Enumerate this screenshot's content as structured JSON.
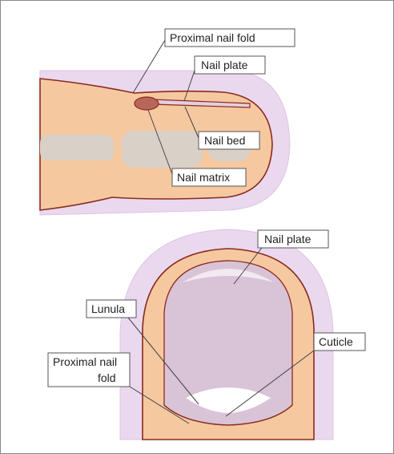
{
  "labels": {
    "side_proximal_nail_fold": "Proximal nail fold",
    "side_nail_plate": "Nail plate",
    "side_nail_bed": "Nail bed",
    "side_nail_matrix": "Nail matrix",
    "top_nail_plate": "Nail plate",
    "top_lunula": "Lunula",
    "top_cuticle": "Cuticle",
    "top_proximal_nail_fold_line1": "Proximal nail",
    "top_proximal_nail_fold_line2": "fold"
  },
  "colors": {
    "skin": "#f6c8a0",
    "skin_outline": "#8a2a1e",
    "halo": "#ead8ef",
    "halo_edge": "#d9bfe3",
    "nail_plate": "#d9c3d6",
    "nail_highlight": "#f3e9f1",
    "matrix": "#b8665a",
    "bone": "#d9d0c8",
    "leader": "#444444",
    "label_border": "#555555"
  }
}
